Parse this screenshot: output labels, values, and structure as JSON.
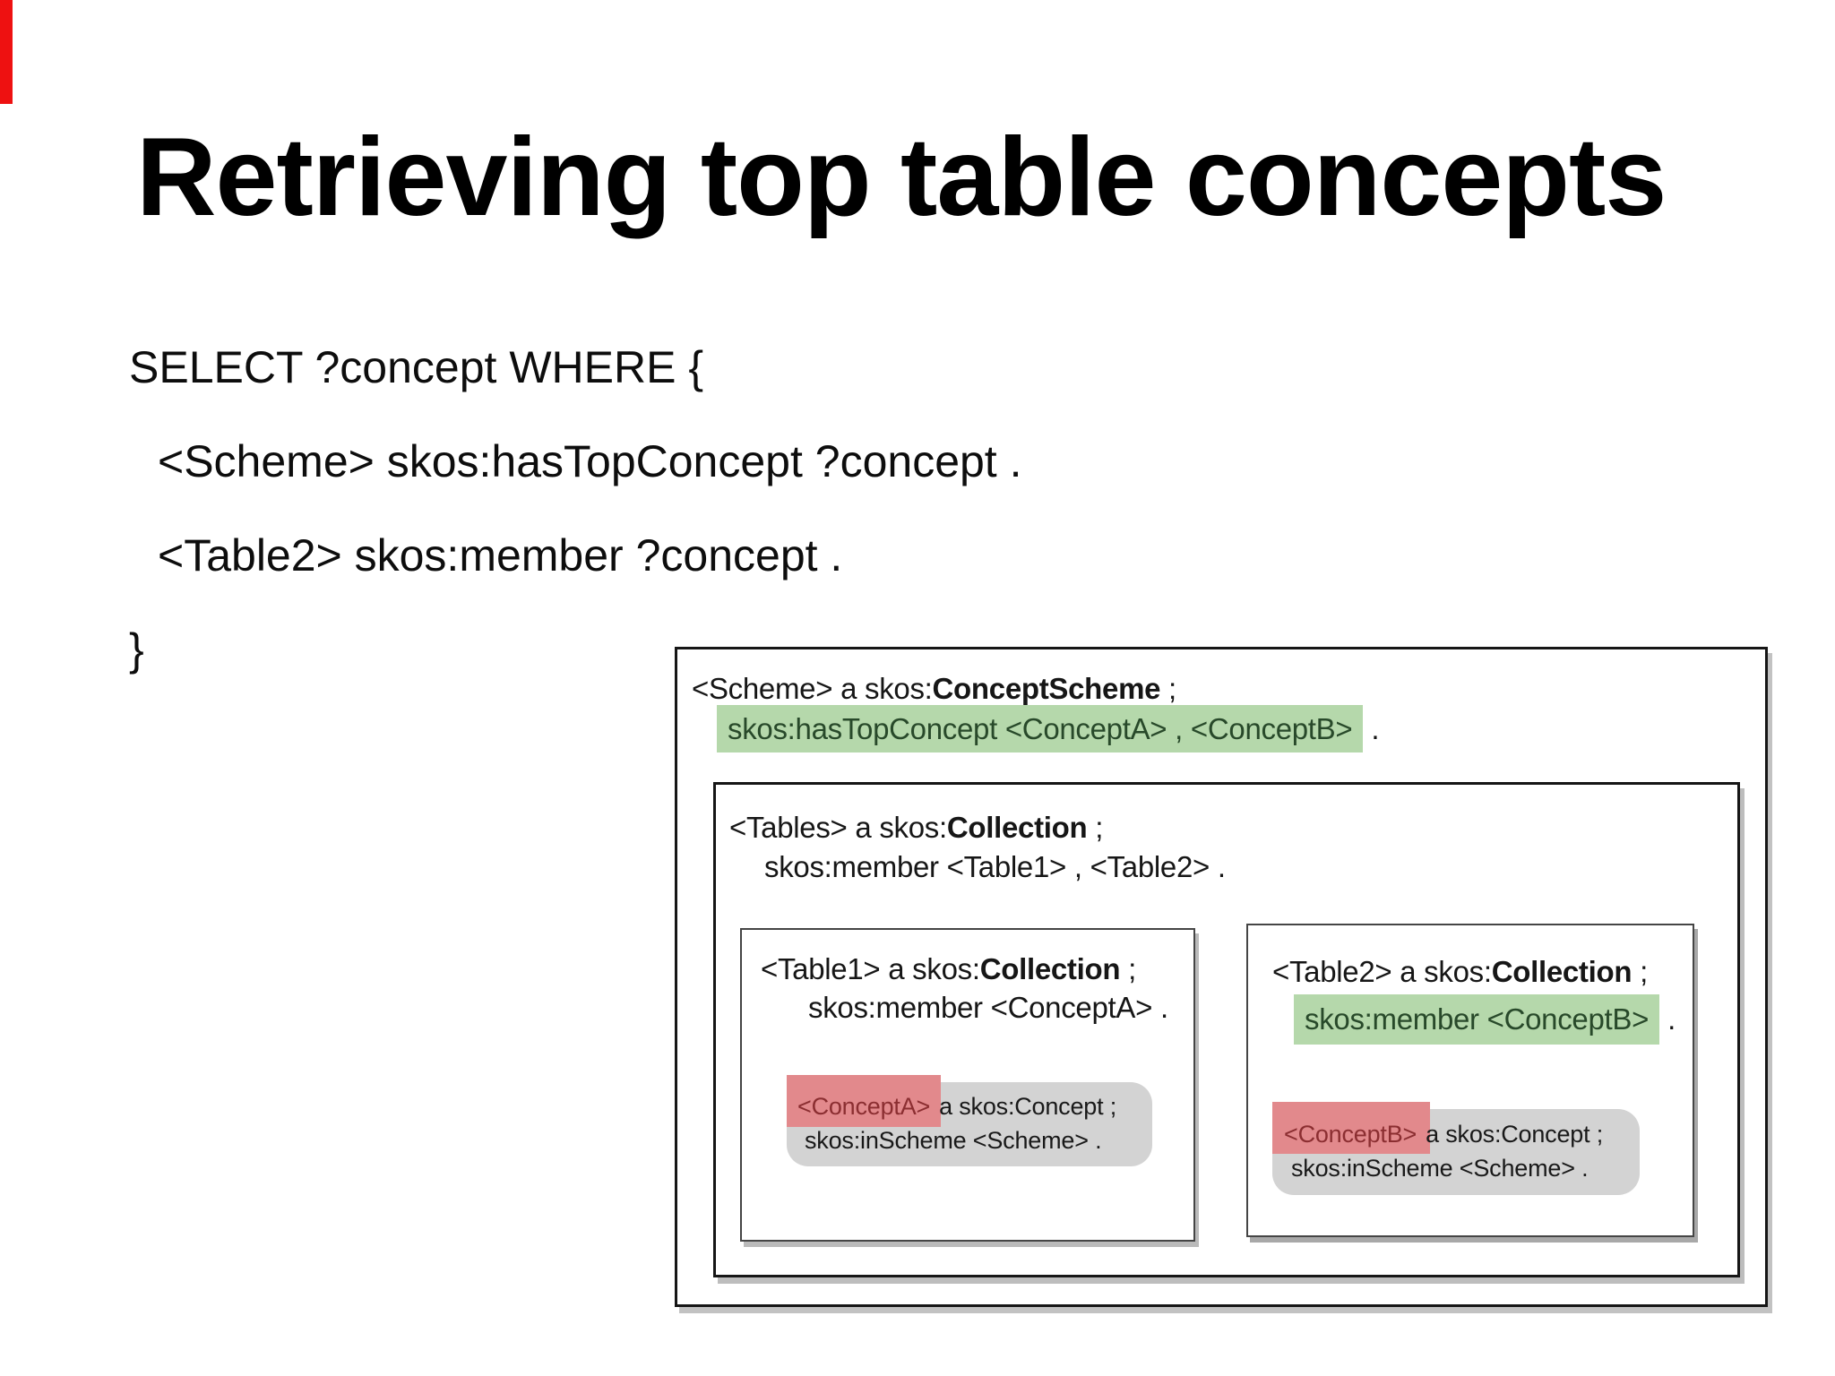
{
  "slide": {
    "title": "Retrieving top table concepts",
    "accent_color": "#ee1111",
    "query": {
      "lines": [
        "SELECT ?concept WHERE {",
        "<Scheme> skos:hasTopConcept ?concept .",
        "<Table2> skos:member ?concept .",
        "}"
      ]
    }
  },
  "diagram": {
    "colors": {
      "green_highlight": "#b5d8ab",
      "green_text": "#28492a",
      "red_highlight": "#e2898c",
      "red_text": "#8b2e31",
      "gray_card": "#d3d3d3",
      "box_border": "#161616"
    },
    "scheme_line": {
      "pre": "<Scheme> a skos:",
      "bold": "ConceptScheme",
      "suffix": " ;"
    },
    "scheme_highlight": {
      "text": "skos:hasTopConcept <ConceptA> , <ConceptB>",
      "after": "."
    },
    "tables_box": {
      "type_line": {
        "pre": "<Tables> a skos:",
        "bold": "Collection",
        "suffix": " ;"
      },
      "member_line": "skos:member <Table1> , <Table2> ."
    },
    "table1_box": {
      "type_line": {
        "pre": "<Table1> a skos:",
        "bold": "Collection",
        "suffix": " ;"
      },
      "member_line": "skos:member <ConceptA> .",
      "concept_card": {
        "subject": "<ConceptA>",
        "type_rest": "a skos:Concept ;",
        "scheme_line": "skos:inScheme <Scheme> ."
      }
    },
    "table2_box": {
      "type_line": {
        "pre": "<Table2> a skos:",
        "bold": "Collection",
        "suffix": " ;"
      },
      "member_highlight": {
        "text": "skos:member <ConceptB>",
        "after": "."
      },
      "concept_card": {
        "subject": "<ConceptB>",
        "type_rest": "a skos:Concept ;",
        "scheme_line": "skos:inScheme <Scheme> ."
      }
    }
  }
}
